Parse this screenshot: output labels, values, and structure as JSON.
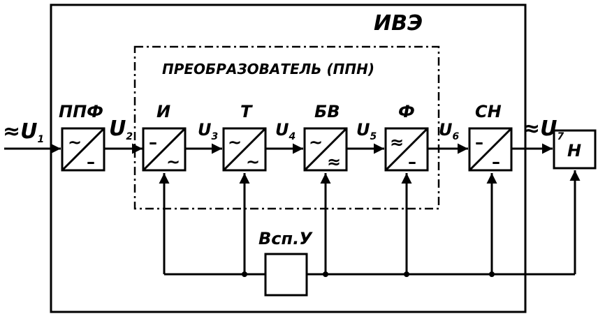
{
  "title": "ИВЭ",
  "converter_label": "ПРЕОБРАЗОВАТЕЛЬ (ППН)",
  "input_signal": {
    "approx": "≈",
    "base": "U",
    "sub": "1"
  },
  "output_signal": {
    "approx": "≈",
    "base": "U",
    "sub": "7"
  },
  "blocks": [
    {
      "name": "ППФ",
      "top": "~",
      "bottom": "–"
    },
    {
      "name": "И",
      "top": "–",
      "bottom": "~"
    },
    {
      "name": "Т",
      "top": "~",
      "bottom": "~"
    },
    {
      "name": "БВ",
      "top": "~",
      "bottom": "≈"
    },
    {
      "name": "Ф",
      "top": "≈",
      "bottom": "–"
    },
    {
      "name": "СН",
      "top": "–",
      "bottom": "–"
    }
  ],
  "signals": [
    {
      "base": "U",
      "sub": "2"
    },
    {
      "base": "U",
      "sub": "3"
    },
    {
      "base": "U",
      "sub": "4"
    },
    {
      "base": "U",
      "sub": "5"
    },
    {
      "base": "U",
      "sub": "6"
    }
  ],
  "aux_unit": "Всп.У",
  "load": "Н"
}
